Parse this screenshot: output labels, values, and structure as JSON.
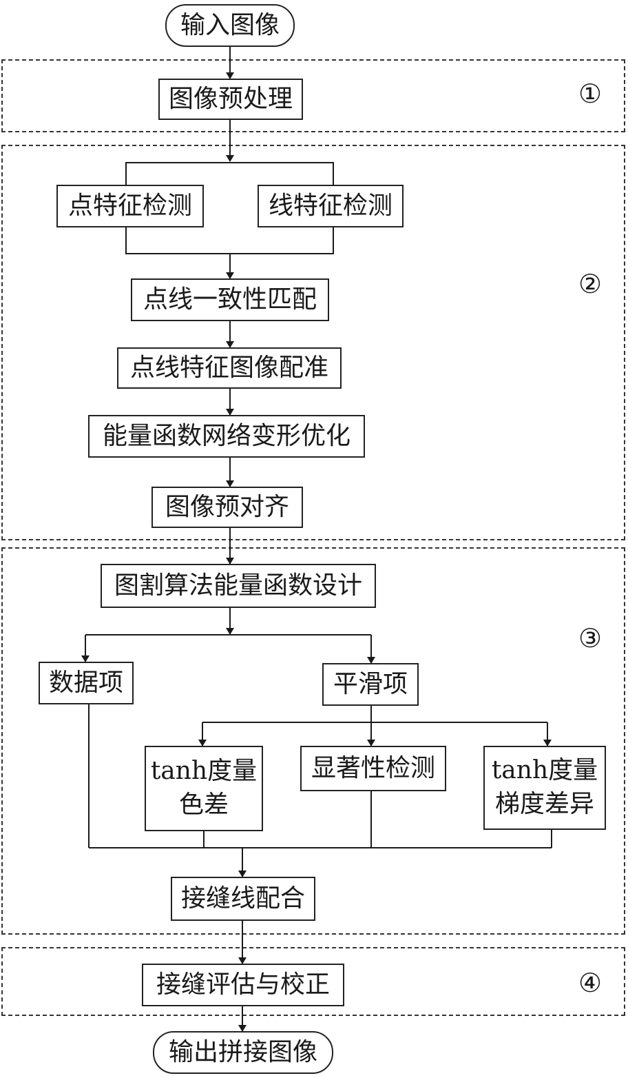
{
  "nodes": {
    "input": "输入图像",
    "preprocess": "图像预处理",
    "point_detect": "点特征检测",
    "line_detect": "线特征检测",
    "pl_match": "点线一致性匹配",
    "pl_register": "点线特征图像配准",
    "energy_opt": "能量函数网络变形优化",
    "pre_align": "图像预对齐",
    "graphcut_design": "图割算法能量函数设计",
    "data_term": "数据项",
    "smooth_term": "平滑项",
    "tanh_color": "tanh度量\n色差",
    "saliency": "显著性检测",
    "tanh_gradient": "tanh度量\n梯度差异",
    "seam_fit": "接缝线配合",
    "seam_eval": "接缝评估与校正",
    "output": "输出拼接图像"
  },
  "sections": {
    "s1": "①",
    "s2": "②",
    "s3": "③",
    "s4": "④"
  }
}
